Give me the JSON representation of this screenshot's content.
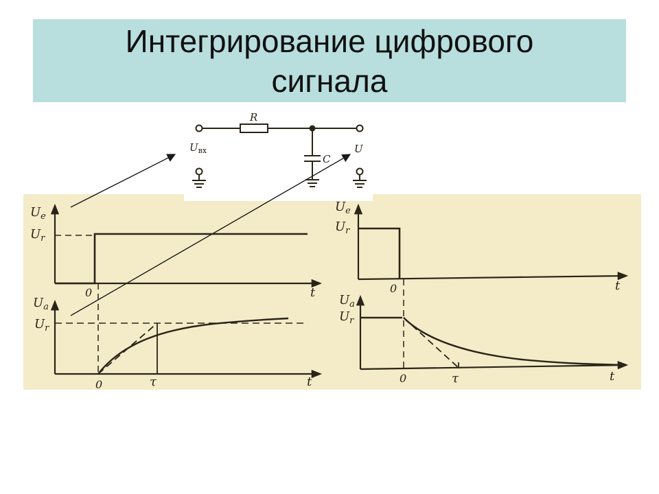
{
  "slide": {
    "title": "Интегрирование цифрового сигнала"
  },
  "circuit": {
    "resistor_label": "R",
    "capacitor_label": "C",
    "input_label_main": "U",
    "input_label_sub": "вх",
    "output_label": "U"
  },
  "graphs": {
    "left": {
      "top_ylabel_main": "U",
      "top_ylabel_sub": "e",
      "top_level_main": "U",
      "top_level_sub": "r",
      "top_origin": "0",
      "top_xlabel": "t",
      "bottom_ylabel_main": "U",
      "bottom_ylabel_sub": "a",
      "bottom_level_main": "U",
      "bottom_level_sub": "r",
      "bottom_origin": "0",
      "bottom_tau": "τ",
      "bottom_xlabel": "t"
    },
    "right": {
      "top_ylabel_main": "U",
      "top_ylabel_sub": "e",
      "top_level_main": "U",
      "top_level_sub": "r",
      "top_origin": "0",
      "top_xlabel": "t",
      "bottom_ylabel_main": "U",
      "bottom_ylabel_sub": "a",
      "bottom_level_main": "U",
      "bottom_level_sub": "r",
      "bottom_origin": "0",
      "bottom_tau": "τ",
      "bottom_xlabel": "t"
    }
  },
  "colors": {
    "title_background": "#b8dede",
    "paper": "#f4ebc8",
    "ink": "#2a2418"
  }
}
